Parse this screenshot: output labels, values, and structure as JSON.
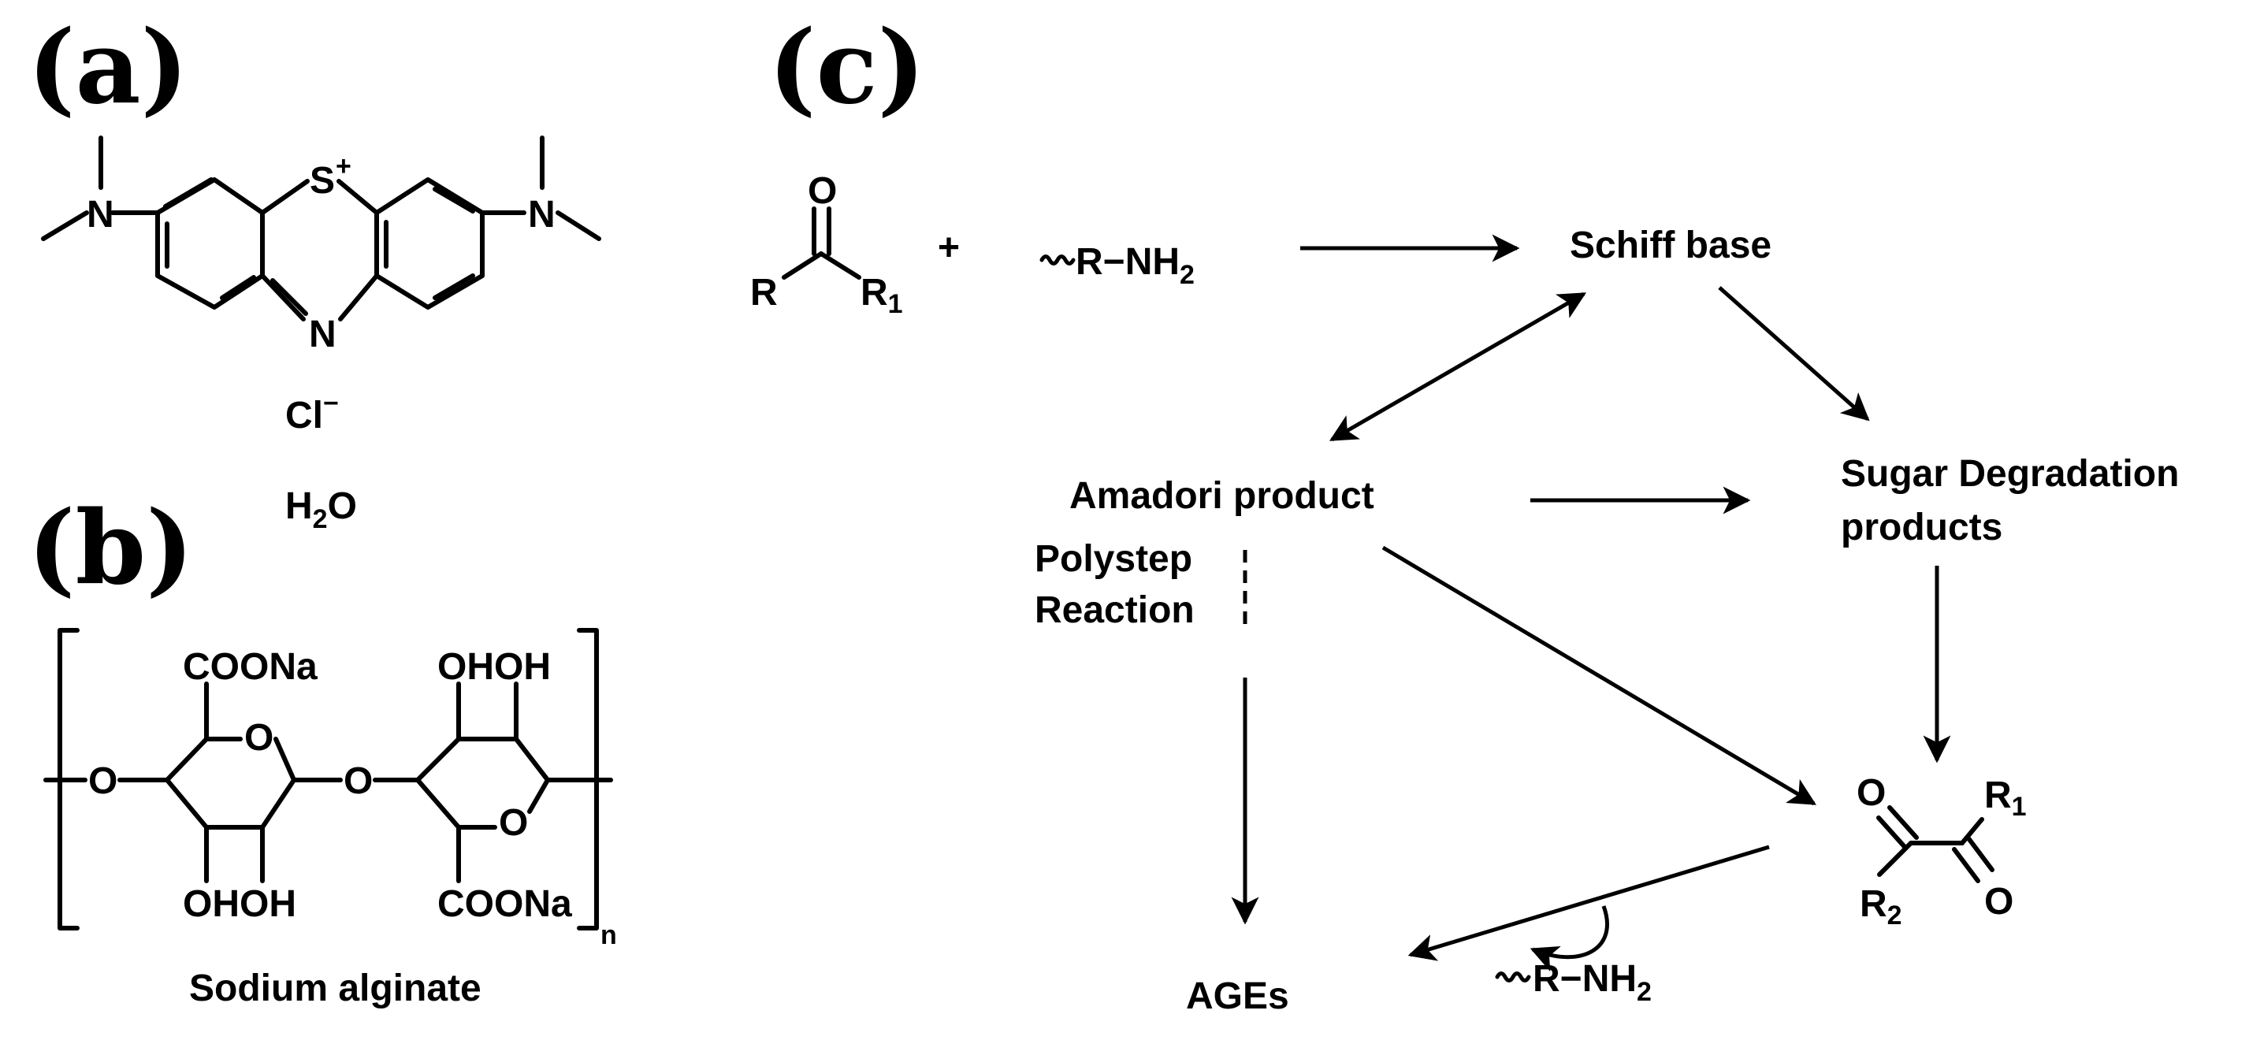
{
  "panels": {
    "a": "(a)",
    "b": "(b)",
    "c": "(c)"
  },
  "methylene_blue": {
    "sulfur": "S",
    "sulfur_charge": "+",
    "nitrogen_ring": "N",
    "nitrogen_left": "N",
    "nitrogen_right": "N",
    "counter_ion": "Cl",
    "counter_ion_charge": "−",
    "water_h": "H",
    "water_sub": "2",
    "water_o": "O"
  },
  "alginate": {
    "top_left_group": "COONa",
    "top_right_group": "OHOH",
    "bottom_left_group": "OHOH",
    "bottom_right_group": "COONa",
    "ring_o_left": "O",
    "ring_o_right": "O",
    "link_o_left": "O",
    "link_o_middle": "O",
    "repeat_sub": "n",
    "name": "Sodium alginate"
  },
  "pathway": {
    "carbonyl_o": "O",
    "carbonyl_r": "R",
    "carbonyl_r1": "R",
    "carbonyl_r1_sub": "1",
    "plus": "+",
    "amine_main": "R−NH",
    "amine_sub": "2",
    "schiff_base": "Schiff base",
    "amadori": "Amadori product",
    "sugar_line1": "Sugar Degradation",
    "sugar_line2": "products",
    "polystep_line1": "Polystep",
    "polystep_line2": "Reaction",
    "dicarbonyl_o_left": "O",
    "dicarbonyl_o_right": "O",
    "dicarbonyl_r1": "R",
    "dicarbonyl_r1_sub": "1",
    "dicarbonyl_r2": "R",
    "dicarbonyl_r2_sub": "2",
    "ages": "AGEs",
    "amine2_main": "R−NH",
    "amine2_sub": "2"
  }
}
